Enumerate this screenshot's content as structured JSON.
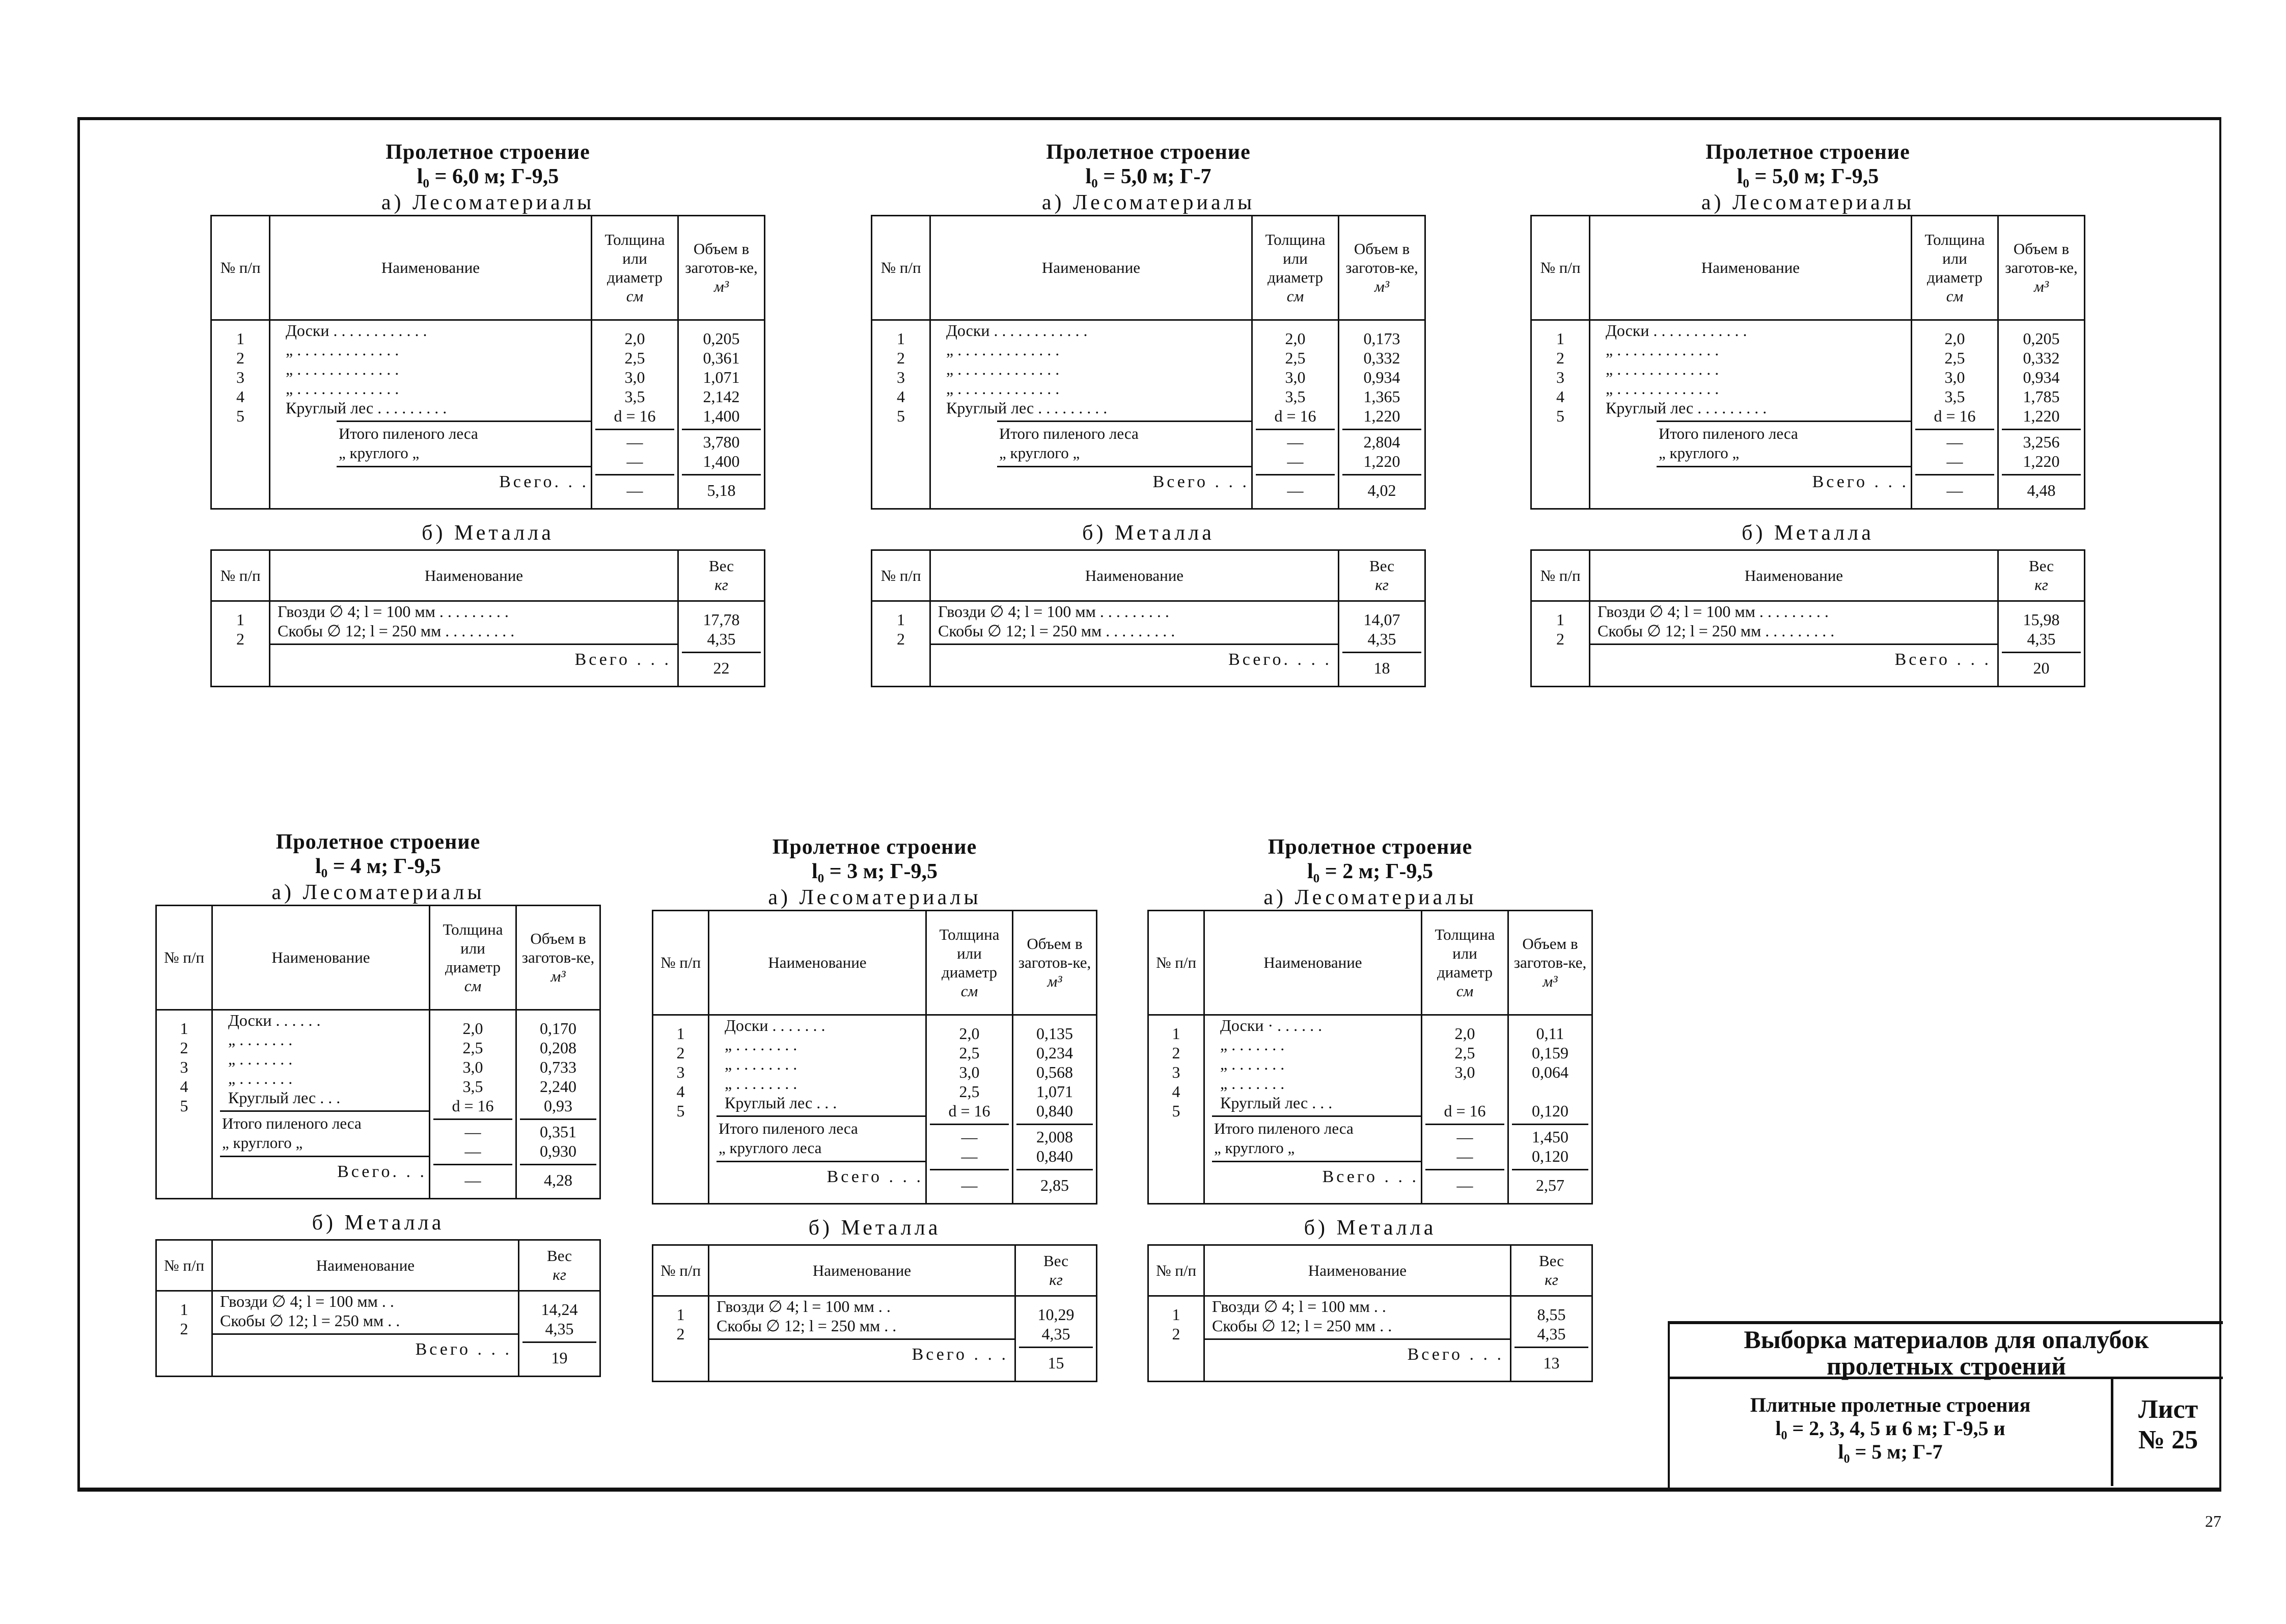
{
  "page_number": "27",
  "headers": {
    "num": "№ п/п",
    "name": "Наименование",
    "thickness": "Толщина или диаметр",
    "thickness_unit": "см",
    "volume": "Объем в заготов-ке,",
    "volume_unit": "м³",
    "weight": "Вес",
    "weight_unit": "кг"
  },
  "blocks": [
    {
      "title": "Пролетное строение",
      "spec": "l₀ = 6,0 м; Г-9,5",
      "lumber_title": "а) Лесоматериалы",
      "metal_title": "б) Металла",
      "lumber_rows": [
        {
          "n": "1",
          "name": "Доски . . . . . . . . . . . .",
          "thick": "2,0",
          "vol": "0,205"
        },
        {
          "n": "2",
          "name": "„ . . . . . . . . . . . . .",
          "thick": "2,5",
          "vol": "0,361"
        },
        {
          "n": "3",
          "name": "„ . . . . . . . . . . . . .",
          "thick": "3,0",
          "vol": "1,071"
        },
        {
          "n": "4",
          "name": "„ . . . . . . . . . . . . .",
          "thick": "3,5",
          "vol": "2,142"
        },
        {
          "n": "5",
          "name": "Круглый лес . . . . . . . . .",
          "thick": "d = 16",
          "vol": "1,400"
        }
      ],
      "subtotals": [
        {
          "name": "Итого пиленого леса",
          "thick": "—",
          "vol": "3,780"
        },
        {
          "name": "„ круглого „",
          "thick": "—",
          "vol": "1,400"
        }
      ],
      "total_label": "Всего. . .",
      "total_thick": "—",
      "total_vol": "5,18",
      "metal_rows": [
        {
          "n": "1",
          "name": "Гвозди ∅ 4; l = 100 мм . . . . . . . . .",
          "w": "17,78"
        },
        {
          "n": "2",
          "name": "Скобы ∅ 12; l = 250 мм . . . . . . . . .",
          "w": "4,35"
        }
      ],
      "metal_total_label": "Всего . . .",
      "metal_total": "22"
    },
    {
      "title": "Пролетное строение",
      "spec": "l₀ = 5,0 м; Г-7",
      "lumber_title": "а) Лесоматериалы",
      "metal_title": "б) Металла",
      "lumber_rows": [
        {
          "n": "1",
          "name": "Доски . . . . . . . . . . . .",
          "thick": "2,0",
          "vol": "0,173"
        },
        {
          "n": "2",
          "name": "„ . . . . . . . . . . . . .",
          "thick": "2,5",
          "vol": "0,332"
        },
        {
          "n": "3",
          "name": "„ . . . . . . . . . . . . .",
          "thick": "3,0",
          "vol": "0,934"
        },
        {
          "n": "4",
          "name": "„ . . . . . . . . . . . . .",
          "thick": "3,5",
          "vol": "1,365"
        },
        {
          "n": "5",
          "name": "Круглый лес . . . . . . . . .",
          "thick": "d = 16",
          "vol": "1,220"
        }
      ],
      "subtotals": [
        {
          "name": "Итого пиленого леса",
          "thick": "—",
          "vol": "2,804"
        },
        {
          "name": "„ круглого „",
          "thick": "—",
          "vol": "1,220"
        }
      ],
      "total_label": "Всего . . .",
      "total_thick": "—",
      "total_vol": "4,02",
      "metal_rows": [
        {
          "n": "1",
          "name": "Гвозди ∅ 4; l = 100 мм . . . . . . . . .",
          "w": "14,07"
        },
        {
          "n": "2",
          "name": "Скобы ∅ 12; l = 250 мм . . . . . . . . .",
          "w": "4,35"
        }
      ],
      "metal_total_label": "Всего. . . .",
      "metal_total": "18"
    },
    {
      "title": "Пролетное строение",
      "spec": "l₀ = 5,0 м; Г-9,5",
      "lumber_title": "а) Лесоматериалы",
      "metal_title": "б) Металла",
      "lumber_rows": [
        {
          "n": "1",
          "name": "Доски . . . . . . . . . . . .",
          "thick": "2,0",
          "vol": "0,205"
        },
        {
          "n": "2",
          "name": "„ . . . . . . . . . . . . .",
          "thick": "2,5",
          "vol": "0,332"
        },
        {
          "n": "3",
          "name": "„ . . . . . . . . . . . . .",
          "thick": "3,0",
          "vol": "0,934"
        },
        {
          "n": "4",
          "name": "„ . . . . . . . . . . . . .",
          "thick": "3,5",
          "vol": "1,785"
        },
        {
          "n": "5",
          "name": "Круглый лес . . . . . . . . .",
          "thick": "d = 16",
          "vol": "1,220"
        }
      ],
      "subtotals": [
        {
          "name": "Итого пиленого леса",
          "thick": "—",
          "vol": "3,256"
        },
        {
          "name": "„ круглого „",
          "thick": "—",
          "vol": "1,220"
        }
      ],
      "total_label": "Всего . . .",
      "total_thick": "—",
      "total_vol": "4,48",
      "metal_rows": [
        {
          "n": "1",
          "name": "Гвозди ∅ 4; l = 100 мм . . . . . . . . .",
          "w": "15,98"
        },
        {
          "n": "2",
          "name": "Скобы ∅ 12; l = 250 мм . . . . . . . . .",
          "w": "4,35"
        }
      ],
      "metal_total_label": "Всего . . .",
      "metal_total": "20"
    },
    {
      "title": "Пролетное строение",
      "spec": "l₀ = 4 м; Г-9,5",
      "lumber_title": "а) Лесоматериалы",
      "metal_title": "б) Металла",
      "lumber_rows": [
        {
          "n": "1",
          "name": "Доски . . . . . .",
          "thick": "2,0",
          "vol": "0,170"
        },
        {
          "n": "2",
          "name": "„ . . . . . . .",
          "thick": "2,5",
          "vol": "0,208"
        },
        {
          "n": "3",
          "name": "„ . . . . . . .",
          "thick": "3,0",
          "vol": "0,733"
        },
        {
          "n": "4",
          "name": "„ . . . . . . .",
          "thick": "3,5",
          "vol": "2,240"
        },
        {
          "n": "5",
          "name": "Круглый лес . . .",
          "thick": "d = 16",
          "vol": "0,93"
        }
      ],
      "subtotals": [
        {
          "name": "Итого пиленого леса",
          "thick": "—",
          "vol": "0,351"
        },
        {
          "name": "„ круглого „",
          "thick": "—",
          "vol": "0,930"
        }
      ],
      "total_label": "Всего. . .",
      "total_thick": "—",
      "total_vol": "4,28",
      "metal_rows": [
        {
          "n": "1",
          "name": "Гвозди ∅ 4; l = 100 мм . .",
          "w": "14,24"
        },
        {
          "n": "2",
          "name": "Скобы ∅ 12; l = 250 мм . .",
          "w": "4,35"
        }
      ],
      "metal_total_label": "Всего . . .",
      "metal_total": "19"
    },
    {
      "title": "Пролетное строение",
      "spec": "l₀ = 3 м; Г-9,5",
      "lumber_title": "а) Лесоматериалы",
      "metal_title": "б) Металла",
      "lumber_rows": [
        {
          "n": "1",
          "name": "Доски . . . . . . .",
          "thick": "2,0",
          "vol": "0,135"
        },
        {
          "n": "2",
          "name": "„ . . . . . . . .",
          "thick": "2,5",
          "vol": "0,234"
        },
        {
          "n": "3",
          "name": "„ . . . . . . . .",
          "thick": "3,0",
          "vol": "0,568"
        },
        {
          "n": "4",
          "name": "„ . . . . . . . .",
          "thick": "2,5",
          "vol": "1,071"
        },
        {
          "n": "5",
          "name": "Круглый лес . . .",
          "thick": "d = 16",
          "vol": "0,840"
        }
      ],
      "subtotals": [
        {
          "name": "Итого пиленого леса",
          "thick": "—",
          "vol": "2,008"
        },
        {
          "name": "„ круглого леса",
          "thick": "—",
          "vol": "0,840"
        }
      ],
      "total_label": "Всего . . .",
      "total_thick": "—",
      "total_vol": "2,85",
      "metal_rows": [
        {
          "n": "1",
          "name": "Гвозди ∅ 4; l = 100 мм . .",
          "w": "10,29"
        },
        {
          "n": "2",
          "name": "Скобы ∅ 12; l = 250 мм . .",
          "w": "4,35"
        }
      ],
      "metal_total_label": "Всего . . .",
      "metal_total": "15"
    },
    {
      "title": "Пролетное строение",
      "spec": "l₀ = 2 м; Г-9,5",
      "lumber_title": "а) Лесоматериалы",
      "metal_title": "б) Металла",
      "lumber_rows": [
        {
          "n": "1",
          "name": "Доски · . . . . . .",
          "thick": "2,0",
          "vol": "0,11"
        },
        {
          "n": "2",
          "name": "„ . . . . . . .",
          "thick": "2,5",
          "vol": "0,159"
        },
        {
          "n": "3",
          "name": "„ . . . . . . .",
          "thick": "3,0",
          "vol": "0,064"
        },
        {
          "n": "4",
          "name": "„ . . . . . . .",
          "thick": "",
          "vol": ""
        },
        {
          "n": "5",
          "name": "Круглый лес . . .",
          "thick": "d = 16",
          "vol": "0,120"
        }
      ],
      "subtotals": [
        {
          "name": "Итого пиленого леса",
          "thick": "—",
          "vol": "1,450"
        },
        {
          "name": "„ круглого „",
          "thick": "—",
          "vol": "0,120"
        }
      ],
      "total_label": "Всего . . .",
      "total_thick": "—",
      "total_vol": "2,57",
      "metal_rows": [
        {
          "n": "1",
          "name": "Гвозди ∅ 4; l = 100 мм . .",
          "w": "8,55"
        },
        {
          "n": "2",
          "name": "Скобы ∅ 12; l = 250 мм . .",
          "w": "4,35"
        }
      ],
      "metal_total_label": "Всего . . .",
      "metal_total": "13"
    }
  ],
  "stamp": {
    "title_line1": "Выборка материалов для опалубок",
    "title_line2": "пролетных строений",
    "desc_line1": "Плитные пролетные строения",
    "desc_line2": "l₀ = 2, 3, 4, 5 и 6 м; Г-9,5 и",
    "desc_line3": "l₀ = 5 м; Г-7",
    "sheet_label": "Лист",
    "sheet_number": "№ 25"
  }
}
